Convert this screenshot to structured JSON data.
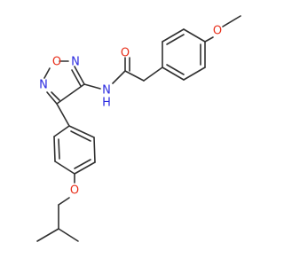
{
  "molecule": {
    "atom_labels": {
      "ring_o": "O",
      "ring_n_top": "N",
      "ring_n_left": "N",
      "amide_nh": "N",
      "amide_h": "H",
      "carbonyl_o": "O",
      "methoxy_o": "O",
      "ether_o": "O"
    }
  },
  "colors": {
    "bond": "#303030",
    "oxygen": "#e8301c",
    "nitrogen": "#2a2ae0",
    "background": "#ffffff"
  }
}
